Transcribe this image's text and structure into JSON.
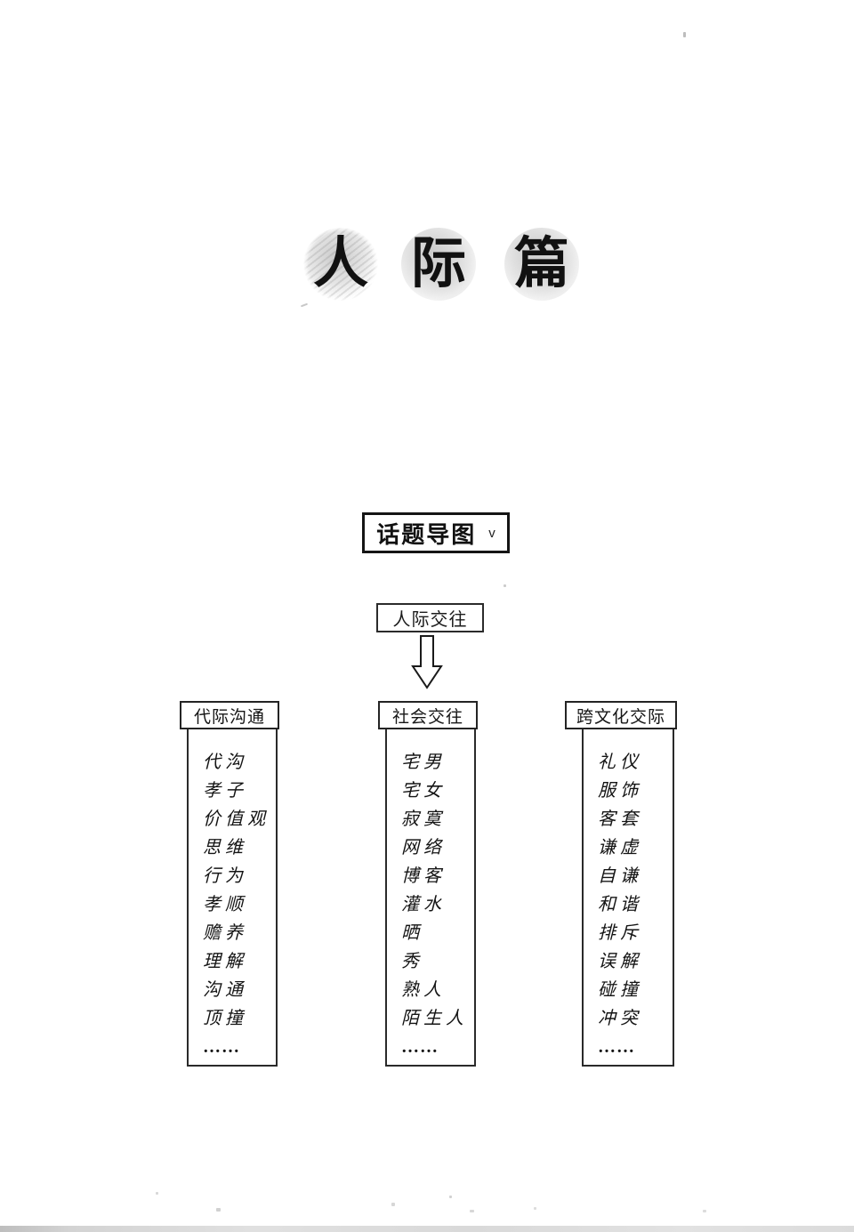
{
  "title": {
    "chars": [
      "人",
      "际",
      "篇"
    ]
  },
  "topic_map": {
    "label": "话题导图",
    "caret": "v"
  },
  "diagram": {
    "root": "人际交往",
    "columns": [
      {
        "header": "代际沟通",
        "items": [
          "代沟",
          "孝子",
          "价值观",
          "思维",
          "行为",
          "孝顺",
          "赡养",
          "理解",
          "沟通",
          "顶撞",
          "……"
        ]
      },
      {
        "header": "社会交往",
        "items": [
          "宅男",
          "宅女",
          "寂寞",
          "网络",
          "博客",
          "灌水",
          "晒",
          "秀",
          "熟人",
          "陌生人",
          "……"
        ]
      },
      {
        "header": "跨文化交际",
        "items": [
          "礼仪",
          "服饰",
          "客套",
          "谦虚",
          "自谦",
          "和谐",
          "排斥",
          "误解",
          "碰撞",
          "冲突",
          "……"
        ]
      }
    ]
  },
  "colors": {
    "ink": "#1a1a1a",
    "paper": "#ffffff",
    "stamp_gray": "#8c8c8c"
  }
}
